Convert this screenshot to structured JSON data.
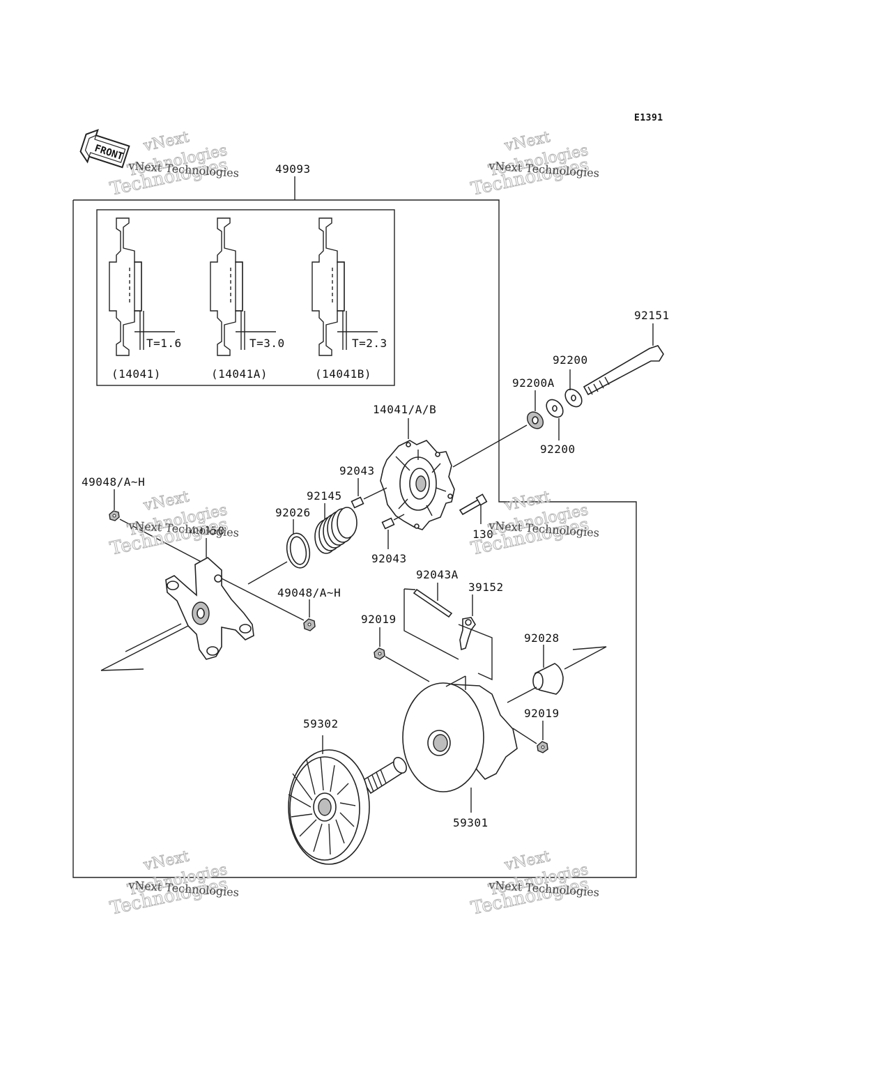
{
  "diagram": {
    "code": "E1391",
    "front_label": "FRONT",
    "assembly_label": "49093",
    "inset": {
      "variants": [
        {
          "thickness": "T=1.6",
          "part": "(14041)"
        },
        {
          "thickness": "T=3.0",
          "part": "(14041A)"
        },
        {
          "thickness": "T=2.3",
          "part": "(14041B)"
        }
      ]
    },
    "callouts": {
      "p92151": "92151",
      "p92200_top": "92200",
      "p92200A": "92200A",
      "p92200_bottom": "92200",
      "p14041": "14041/A/B",
      "p92043_top": "92043",
      "p92145": "92145",
      "p92026": "92026",
      "p130": "130",
      "p92043_bottom": "92043",
      "p49048_top": "49048/A~H",
      "p49050": "49050",
      "p49048_mid": "49048/A~H",
      "p92043A": "92043A",
      "p39152": "39152",
      "p92019_left": "92019",
      "p92028": "92028",
      "p92019_right": "92019",
      "p59302": "59302",
      "p59301": "59301"
    },
    "watermark": {
      "line1": "vNext",
      "line2": "vNext Technologies",
      "line3": "Technologies"
    }
  }
}
